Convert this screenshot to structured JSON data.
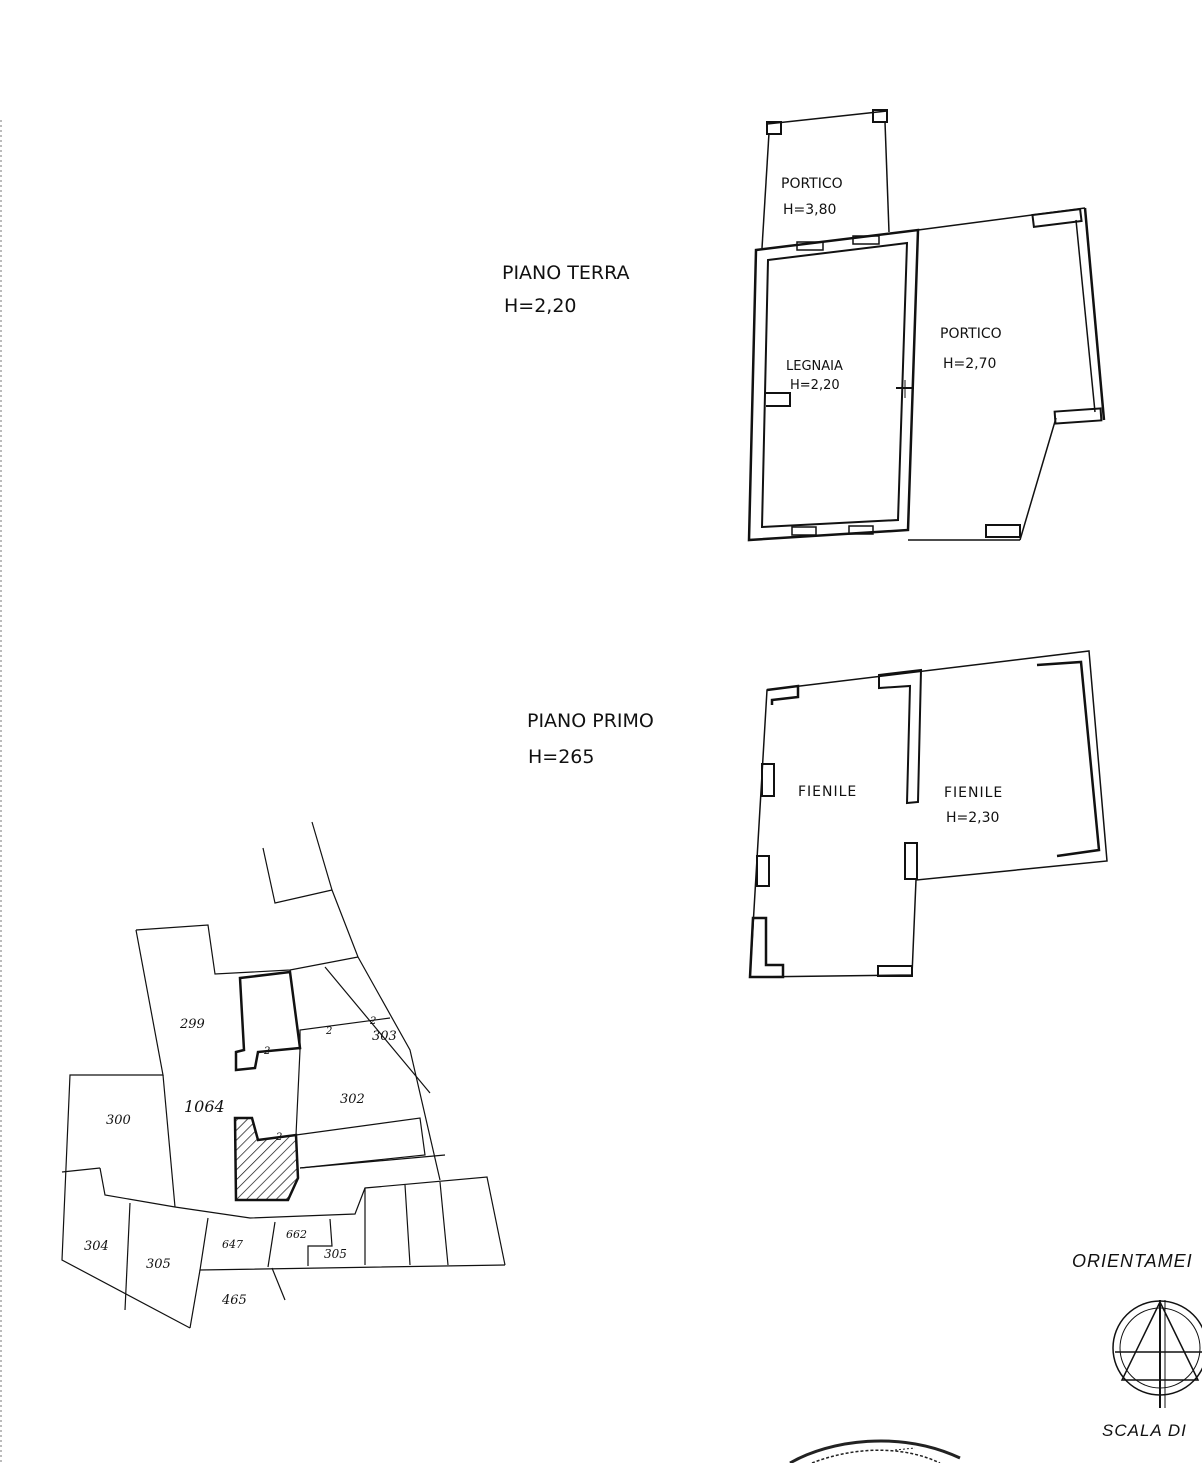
{
  "ground_floor": {
    "title": "PIANO  TERRA",
    "height": "H=2,20",
    "rooms": {
      "portico_north": {
        "name": "PORTICO",
        "height": "H=3,80"
      },
      "legnaia": {
        "name": "LEGNAIA",
        "height": "H=2,20"
      },
      "portico_east": {
        "name": "PORTICO",
        "height": "H=2,70"
      }
    }
  },
  "first_floor": {
    "title": "PIANO  PRIMO",
    "height": "H=265",
    "rooms": {
      "fienile_west": {
        "name": "FIENILE"
      },
      "fienile_east": {
        "name": "FIENILE",
        "height": "H=2,30"
      }
    }
  },
  "cadastral_map": {
    "parcels": [
      "299",
      "300",
      "1064",
      "302",
      "303",
      "304",
      "305",
      "647",
      "662",
      "305",
      "465"
    ]
  },
  "orientation": {
    "label": "ORIENTAMEI"
  },
  "scale": {
    "label": "SCALA DI"
  }
}
